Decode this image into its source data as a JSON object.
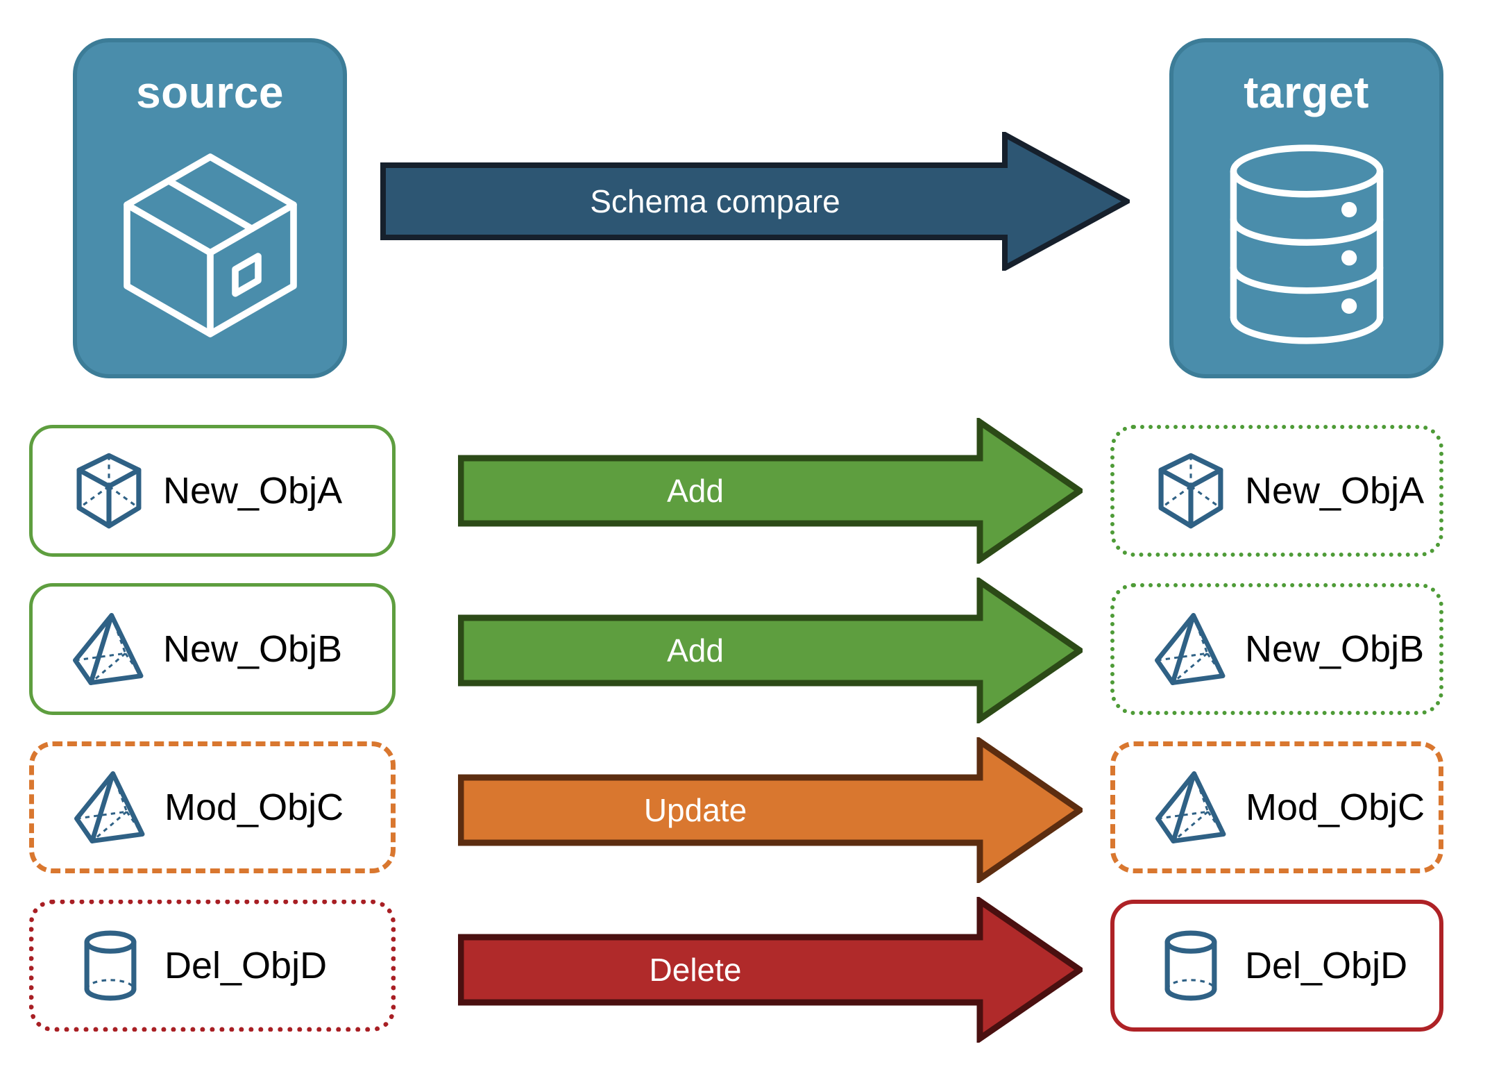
{
  "endpoints": {
    "source": {
      "title": "source",
      "icon": "package-box-icon",
      "fill": "#4A8DAB",
      "border": "#3C7C97"
    },
    "target": {
      "title": "target",
      "icon": "database-cylinder-icon",
      "fill": "#4A8DAB",
      "border": "#3C7C97"
    }
  },
  "compare_arrow": {
    "label": "Schema compare",
    "fill": "#2D5673",
    "stroke": "#16202C",
    "text_color": "#FFFFFF"
  },
  "rows": [
    {
      "action": "Add",
      "arrow_fill": "#5E9E3F",
      "arrow_stroke": "#2C4A17",
      "source": {
        "name": "New_ObjA",
        "icon": "wireframe-cube-icon",
        "border_style": "solid",
        "border_color": "#5E9E3F"
      },
      "target": {
        "name": "New_ObjA",
        "icon": "wireframe-cube-icon",
        "border_style": "dotted",
        "border_color": "#4E9B37"
      }
    },
    {
      "action": "Add",
      "arrow_fill": "#5E9E3F",
      "arrow_stroke": "#2C4A17",
      "source": {
        "name": "New_ObjB",
        "icon": "wireframe-pyramid-icon",
        "border_style": "solid",
        "border_color": "#5E9E3F"
      },
      "target": {
        "name": "New_ObjB",
        "icon": "wireframe-pyramid-icon",
        "border_style": "dotted",
        "border_color": "#4E9B37"
      }
    },
    {
      "action": "Update",
      "arrow_fill": "#D9772F",
      "arrow_stroke": "#5C2D10",
      "source": {
        "name": "Mod_ObjC",
        "icon": "wireframe-pyramid-icon",
        "border_style": "dashed",
        "border_color": "#D9772F"
      },
      "target": {
        "name": "Mod_ObjC",
        "icon": "wireframe-pyramid-icon",
        "border_style": "dashed",
        "border_color": "#D9772F"
      }
    },
    {
      "action": "Delete",
      "arrow_fill": "#B02A2A",
      "arrow_stroke": "#4A1010",
      "source": {
        "name": "Del_ObjD",
        "icon": "wireframe-cylinder-icon",
        "border_style": "dotted",
        "border_color": "#A81F24"
      },
      "target": {
        "name": "Del_ObjD",
        "icon": "wireframe-cylinder-icon",
        "border_style": "solid",
        "border_color": "#AE2226"
      }
    }
  ],
  "palette": {
    "panel_blue": "#4A8DAB",
    "icon_blue": "#2F6185",
    "add_green": "#5E9E3F",
    "update_orange": "#D9772F",
    "delete_red": "#B02A2A",
    "compare_navy": "#2D5673"
  }
}
